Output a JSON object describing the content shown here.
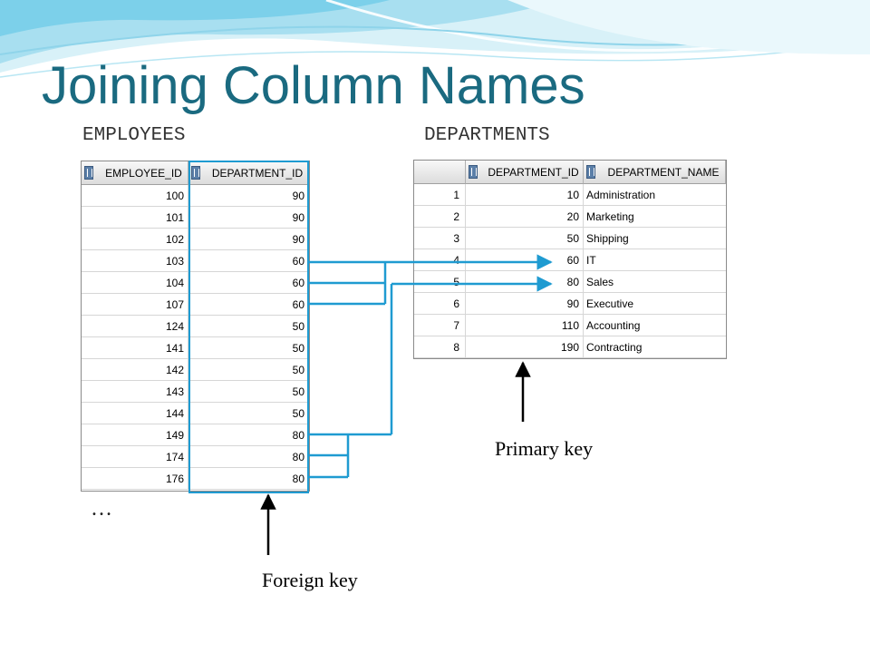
{
  "title": "Joining Column Names",
  "employees": {
    "name": "EMPLOYEES",
    "columns": [
      "EMPLOYEE_ID",
      "DEPARTMENT_ID"
    ],
    "rows": [
      [
        "100",
        "90"
      ],
      [
        "101",
        "90"
      ],
      [
        "102",
        "90"
      ],
      [
        "103",
        "60"
      ],
      [
        "104",
        "60"
      ],
      [
        "107",
        "60"
      ],
      [
        "124",
        "50"
      ],
      [
        "141",
        "50"
      ],
      [
        "142",
        "50"
      ],
      [
        "143",
        "50"
      ],
      [
        "144",
        "50"
      ],
      [
        "149",
        "80"
      ],
      [
        "174",
        "80"
      ],
      [
        "176",
        "80"
      ]
    ],
    "more": "…"
  },
  "departments": {
    "name": "DEPARTMENTS",
    "columns": [
      "DEPARTMENT_ID",
      "DEPARTMENT_NAME"
    ],
    "rows": [
      [
        "1",
        "10",
        "Administration"
      ],
      [
        "2",
        "20",
        "Marketing"
      ],
      [
        "3",
        "50",
        "Shipping"
      ],
      [
        "4",
        "60",
        "IT"
      ],
      [
        "5",
        "80",
        "Sales"
      ],
      [
        "6",
        "90",
        "Executive"
      ],
      [
        "7",
        "110",
        "Accounting"
      ],
      [
        "8",
        "190",
        "Contracting"
      ]
    ]
  },
  "labels": {
    "foreign_key": "Foreign key",
    "primary_key": "Primary key"
  },
  "colors": {
    "title": "#1a6a80",
    "link": "#1f9bd1",
    "wave": "#9fd9ec"
  }
}
